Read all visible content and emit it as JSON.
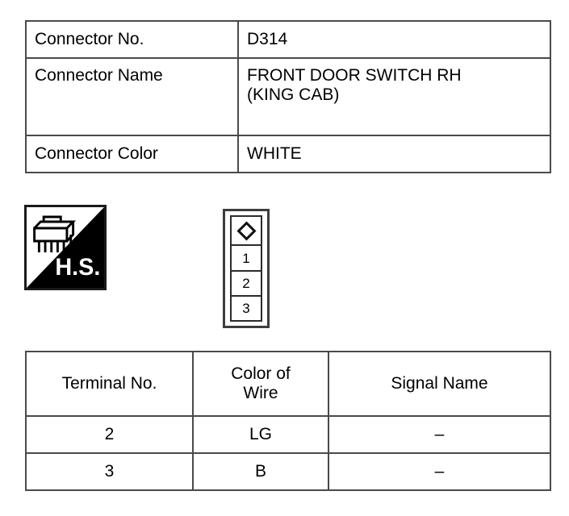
{
  "connector_info": {
    "rows": [
      {
        "label": "Connector No.",
        "value": "D314",
        "value_line2": ""
      },
      {
        "label": "Connector Name",
        "value": "FRONT DOOR SWITCH RH",
        "value_line2": "(KING CAB)"
      },
      {
        "label": "Connector Color",
        "value": "WHITE",
        "value_line2": ""
      }
    ]
  },
  "hs_emblem": {
    "label": "H.S.",
    "icon": "connector-harness-icon",
    "fill_color": "#000000",
    "text_color": "#ffffff",
    "border_color": "#1a1a1a"
  },
  "connector_pinout": {
    "key_marker": "diamond-marker",
    "pins": [
      "1",
      "2",
      "3"
    ],
    "border_color": "#2b2b2b"
  },
  "terminal_table": {
    "headers": {
      "terminal_no": "Terminal No.",
      "color_of_wire_line1": "Color of",
      "color_of_wire_line2": "Wire",
      "signal_name": "Signal Name"
    },
    "rows": [
      {
        "terminal_no": "2",
        "color_of_wire": "LG",
        "signal_name": "–"
      },
      {
        "terminal_no": "3",
        "color_of_wire": "B",
        "signal_name": "–"
      }
    ]
  }
}
